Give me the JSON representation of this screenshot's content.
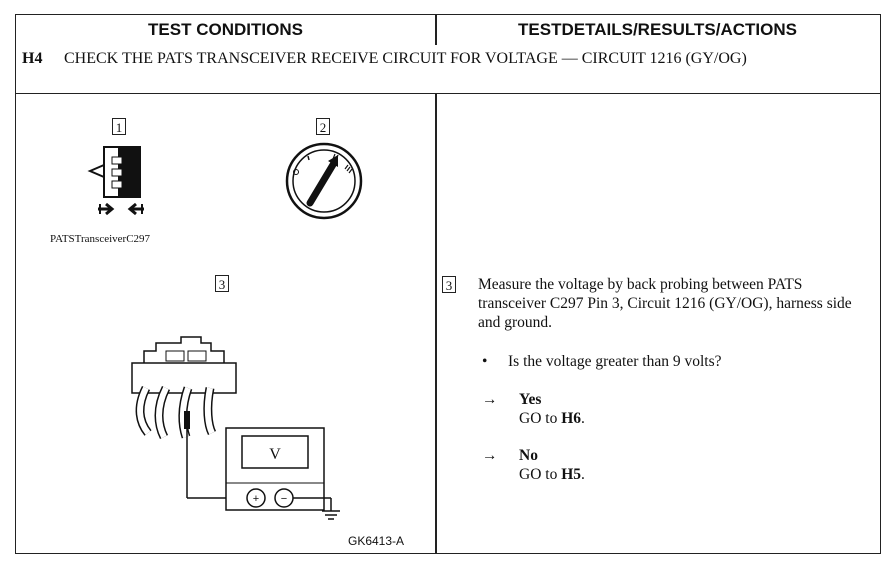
{
  "header": {
    "left": "TEST CONDITIONS",
    "right": "TESTDETAILS/RESULTS/ACTIONS"
  },
  "step": {
    "id": "H4",
    "title": "CHECK THE PATS TRANSCEIVER RECEIVE CIRCUIT FOR VOLTAGE — CIRCUIT 1216 (GY/OG)"
  },
  "figures": {
    "num1": "1",
    "num2": "2",
    "num3": "3",
    "caption1": "PATSTransceiverC297",
    "meter_symbol": "V",
    "meter_plus": "+",
    "meter_minus": "−",
    "figure_id": "GK6413-A"
  },
  "details": {
    "step_num": "3",
    "instruction": "Measure the voltage by back probing between PATS transceiver C297 Pin 3, Circuit 1216 (GY/OG), harness side and ground.",
    "question": "Is the voltage greater than 9 volts?",
    "bullet": "•",
    "arrow": "→",
    "yes_label": "Yes",
    "yes_action_prefix": "GO to",
    "yes_target": "H6",
    "no_label": "No",
    "no_action_prefix": "GO to",
    "no_target": "H5",
    "period": "."
  }
}
